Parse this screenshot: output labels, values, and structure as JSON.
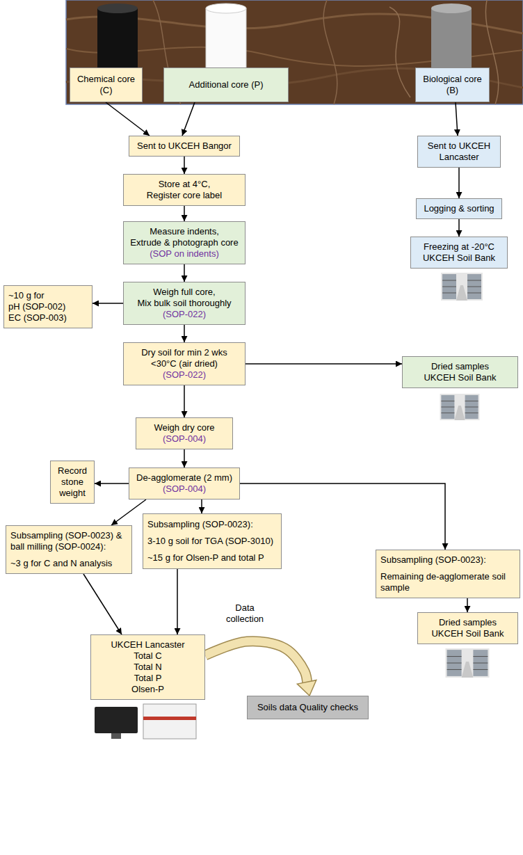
{
  "diagram": {
    "nodes": [
      {
        "text": [
          "Chemical core (C)"
        ]
      },
      {
        "text": [
          "Additional core (P)"
        ]
      },
      {
        "text": [
          "Biological core (B)"
        ]
      },
      {
        "text": [
          "Sent to UKCEH Bangor"
        ]
      },
      {
        "text": [
          "Sent to UKCEH Lancaster"
        ]
      },
      {
        "text": [
          "Store at 4°C,",
          "Register core label"
        ]
      },
      {
        "text": [
          "Logging & sorting"
        ]
      },
      {
        "text": [
          "Measure indents,",
          "Extrude & photograph core",
          "(SOP on indents)"
        ]
      },
      {
        "text": [
          "Freezing at -20°C",
          "UKCEH Soil Bank"
        ]
      },
      {
        "text": [
          "Weigh full core,",
          "Mix bulk soil thoroughly",
          "(SOP-022)"
        ]
      },
      {
        "text": [
          "~10 g for",
          "pH (SOP-002)",
          "EC (SOP-003)"
        ]
      },
      {
        "text": [
          "Dry soil for min 2 wks",
          "<30°C (air dried)",
          "(SOP-022)"
        ]
      },
      {
        "text": [
          "Dried samples",
          "UKCEH Soil Bank"
        ]
      },
      {
        "text": [
          "Weigh dry core",
          "(SOP-004)"
        ]
      },
      {
        "text": [
          "De-agglomerate (2 mm)",
          "(SOP-004)"
        ]
      },
      {
        "text": [
          "Record stone weight"
        ]
      },
      {
        "text": [
          "Subsampling (SOP-0023) & ball milling (SOP-0024):",
          "~3 g for C and N analysis"
        ]
      },
      {
        "text": [
          "Subsampling (SOP-0023):",
          "3-10 g soil for TGA (SOP-3010)",
          "~15 g for Olsen-P and total P"
        ]
      },
      {
        "text": [
          "Subsampling (SOP-0023):",
          "Remaining de-agglomerate soil sample"
        ]
      },
      {
        "text": [
          "UKCEH Lancaster",
          "Total C",
          "Total N",
          "Total P",
          "Olsen-P"
        ]
      },
      {
        "text": [
          "Dried samples",
          "UKCEH Soil Bank"
        ]
      },
      {
        "text": [
          "Soils data Quality checks"
        ]
      }
    ],
    "edges": [
      {
        "from": 0,
        "to": 3,
        "arrow": "to"
      },
      {
        "from": 1,
        "to": 3,
        "arrow": "to"
      },
      {
        "from": 2,
        "to": 4,
        "arrow": "to"
      },
      {
        "from": 3,
        "to": 5,
        "arrow": "to"
      },
      {
        "from": 4,
        "to": 6,
        "arrow": "to"
      },
      {
        "from": 5,
        "to": 7,
        "arrow": "to"
      },
      {
        "from": 6,
        "to": 8,
        "arrow": "to"
      },
      {
        "from": 7,
        "to": 9,
        "arrow": "to"
      },
      {
        "from": 9,
        "to": 10,
        "arrow": "to"
      },
      {
        "from": 9,
        "to": 11,
        "arrow": "to"
      },
      {
        "from": 11,
        "to": 12,
        "arrow": "to"
      },
      {
        "from": 11,
        "to": 13,
        "arrow": "to"
      },
      {
        "from": 13,
        "to": 14,
        "arrow": "to"
      },
      {
        "from": 14,
        "to": 15,
        "arrow": "to"
      },
      {
        "from": 14,
        "to": 16,
        "arrow": "to"
      },
      {
        "from": 14,
        "to": 17,
        "arrow": "to"
      },
      {
        "from": 14,
        "to": 18,
        "arrow": "to"
      },
      {
        "from": 16,
        "to": 19,
        "arrow": "to"
      },
      {
        "from": 17,
        "to": 19,
        "arrow": "to"
      },
      {
        "from": 18,
        "to": 20,
        "arrow": "to"
      },
      {
        "from": 19,
        "to": 21,
        "label": "Data collection",
        "arrow": "to"
      }
    ]
  }
}
